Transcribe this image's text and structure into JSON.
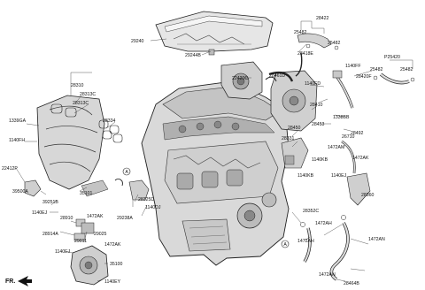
{
  "diagram": {
    "labels": {
      "l_29240": "29240",
      "l_29244B": "29244B",
      "l_28422": "28422",
      "l_25482_a": "25482",
      "l_25482_b": "25482",
      "l_28418E": "28418E",
      "l_P25420": "P25420",
      "l_25482_c": "25482",
      "l_25482_d": "25482",
      "l_1140FF": "1140FF",
      "l_28420F": "28420F",
      "l_28461D": "28461D",
      "l_22420C": "22420C",
      "l_1140FD": "1140FD",
      "l_28410": "28410",
      "l_28453": "28453",
      "l_1338BB": "1338BB",
      "l_28492": "28492",
      "l_28450": "28450",
      "l_28331": "28331",
      "l_26710": "26710",
      "l_1472AM": "1472AM",
      "l_1472AK_r": "1472AK",
      "l_1140KB": "1140KB",
      "l_1140EJ_r": "1140EJ",
      "l_1140KB_2": "1140KB",
      "l_28360": "28360",
      "l_28352C": "28352C",
      "l_1472AH_1": "1472AH",
      "l_1472AH_2": "1472AH",
      "l_1472AN_1": "1472AN",
      "l_1472AN_2": "1472AN",
      "l_28464B": "28464B",
      "l_28310": "28310",
      "l_28313C_1": "28313C",
      "l_28313C_2": "28313C",
      "l_1339GA": "1339GA",
      "l_28334": "28334",
      "l_1140FH": "1140FH",
      "l_22412P": "22412P",
      "l_39500A": "39500A",
      "l_39251B": "39251B",
      "l_35101": "35101",
      "l_1140EJ_1": "1140EJ",
      "l_28910": "28910",
      "l_1472AK_l": "1472AK",
      "l_28914A": "28914A",
      "l_29011": "29011",
      "l_29025": "29025",
      "l_1472AK_l2": "1472AK",
      "l_1140EJ_2": "1140EJ",
      "l_35100": "35100",
      "l_1140EY": "1140EY",
      "l_28325D": "28325D",
      "l_1140DJ": "1140DJ",
      "l_29238A": "29238A",
      "l_circleA_1": "A",
      "l_circleA_2": "A",
      "l_fr": "FR."
    }
  }
}
